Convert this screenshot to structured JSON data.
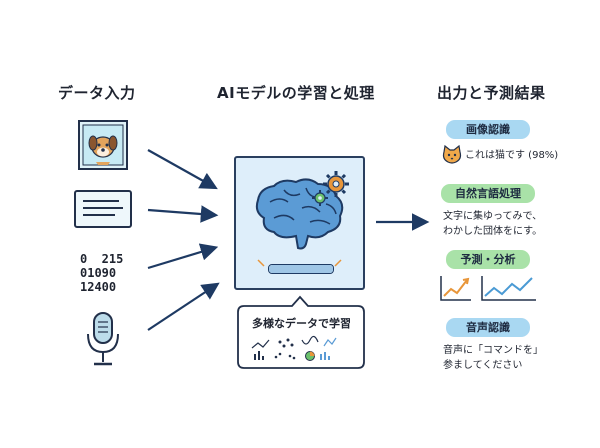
{
  "columns": {
    "input_title": "データ入力",
    "model_title": "AIモデルの学習と処理",
    "output_title": "出力と予測結果"
  },
  "inputs": {
    "numbers": [
      "0  215",
      "01090",
      "12400"
    ]
  },
  "model": {
    "training_label": "多様なデータで学習"
  },
  "outputs": {
    "image_recognition": {
      "label": "画像認識",
      "result": "これは猫です (98%)"
    },
    "nlp": {
      "label": "自然言語処理",
      "lines": [
        "文字に集ゆってみで、",
        "わかした団体をにす。"
      ]
    },
    "prediction": {
      "label": "予測・分析"
    },
    "speech": {
      "label": "音声認識",
      "lines": [
        "音声に「コマンドを」",
        "参ましてください"
      ]
    }
  },
  "colors": {
    "accent_blue": "#a9d8f2",
    "accent_green": "#a9e2a8",
    "arrow_navy": "#1e3a63",
    "brain_blue": "#5b9bd5",
    "chart_orange": "#e8963a"
  }
}
